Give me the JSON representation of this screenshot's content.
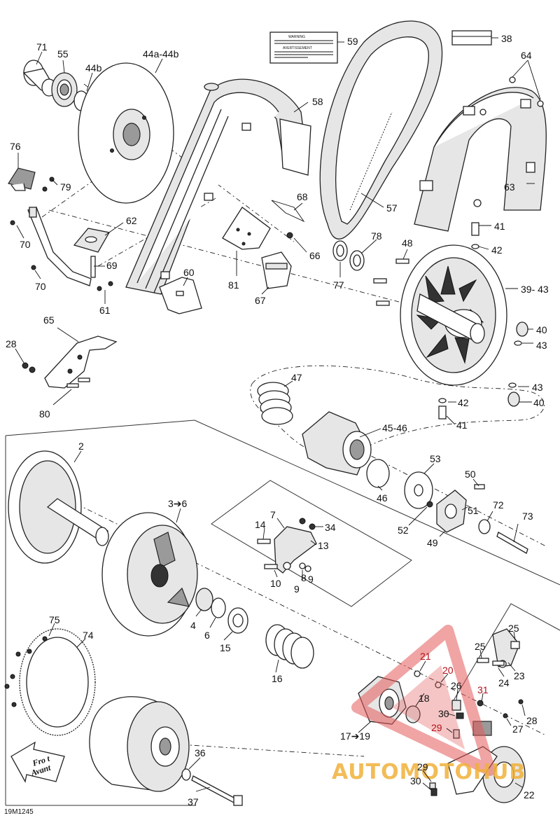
{
  "diagram": {
    "reference": "19M1245",
    "front_label": {
      "line1": "Fro t",
      "line2": "Avant"
    },
    "warning_label": {
      "heading_en": "WARNING",
      "heading_fr": "AVERTISSEMENT"
    },
    "watermark": {
      "brand": "AUTOMOTOHUB"
    },
    "callouts": {
      "c71": "71",
      "c55": "55",
      "c44a": "44a-44b",
      "c44b": "44b",
      "c59": "59",
      "c38": "38",
      "c64": "64",
      "c76": "76",
      "c79": "79",
      "c58": "58",
      "c63": "63",
      "c68": "68",
      "c57": "57",
      "c41a": "41",
      "c42a": "42",
      "c62": "62",
      "c70a": "70",
      "c66": "66",
      "c78": "78",
      "c48": "48",
      "c69": "69",
      "c70b": "70",
      "c60": "60",
      "c81": "81",
      "c77": "77",
      "c39": "39- 43",
      "c61": "61",
      "c67": "67",
      "c65": "65",
      "c40a": "40",
      "c43a": "43",
      "c28a": "28",
      "c80": "80",
      "c47": "47",
      "c43b": "43",
      "c42b": "42",
      "c40b": "40",
      "c41b": "41",
      "c45": "45-46",
      "c2": "2",
      "c53": "53",
      "c50": "50",
      "c36": "3➔6",
      "c7": "7",
      "c14": "14",
      "c34": "34",
      "c46": "46",
      "c51": "51",
      "c72": "72",
      "c73": "73",
      "c13": "13",
      "c52": "52",
      "c49": "49",
      "c10": "10",
      "c8": "8",
      "c9a": "9",
      "c9b": "9",
      "c4": "4",
      "c6": "6",
      "c15": "15",
      "c75": "75",
      "c74": "74",
      "c16": "16",
      "c25a": "25",
      "c25b": "25",
      "c21": "21",
      "c20": "20",
      "c23": "23",
      "c24": "24",
      "c18": "18",
      "c26": "26",
      "c31": "31",
      "c30a": "30",
      "c28b": "28",
      "c29a": "29",
      "c27": "27",
      "c1719": "17➔19",
      "c36b": "36",
      "c29b": "29",
      "c30b": "30",
      "c22": "22",
      "c37": "37"
    }
  }
}
